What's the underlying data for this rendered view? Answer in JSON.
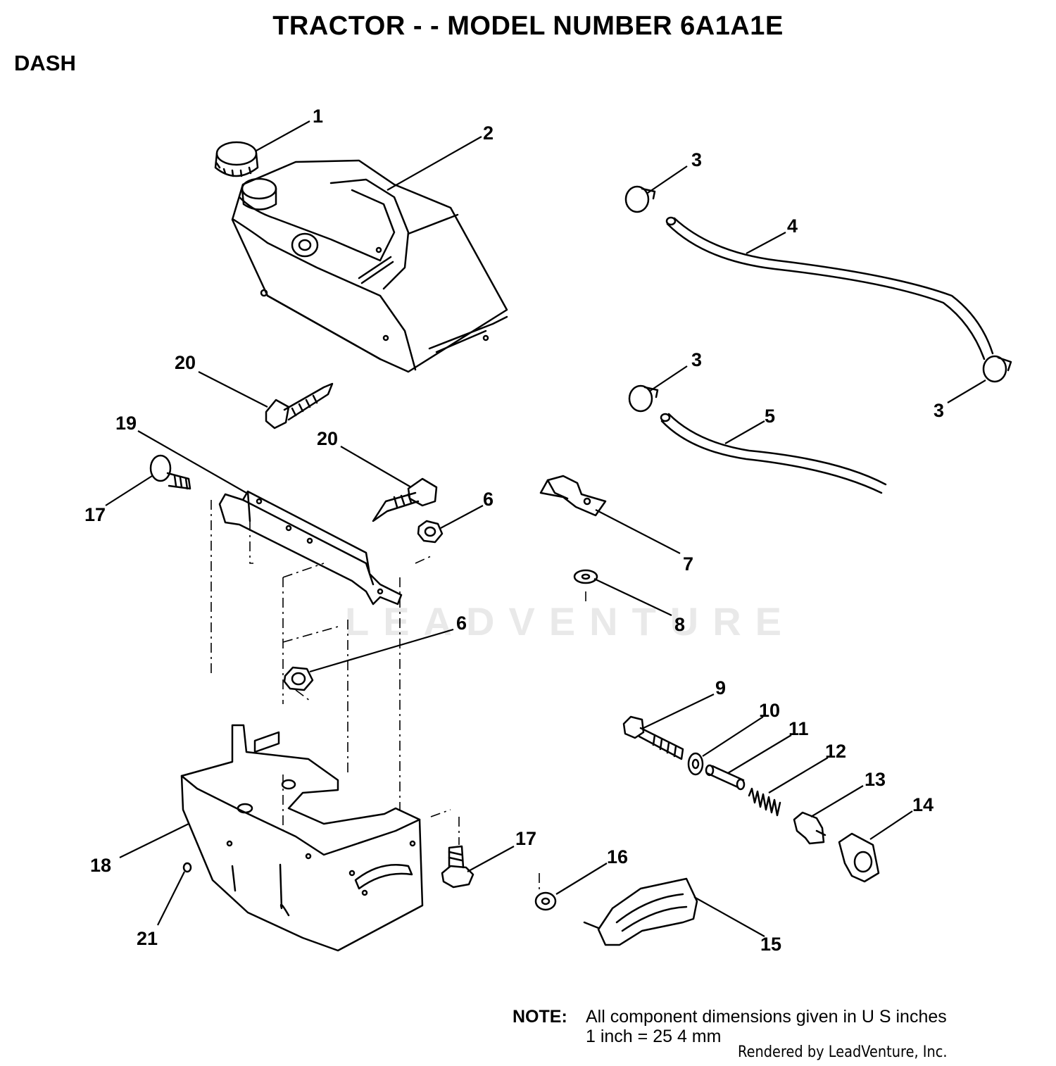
{
  "title": "TRACTOR - - MODEL NUMBER 6A1A1E",
  "section": "DASH",
  "callouts": [
    "1",
    "2",
    "3",
    "4",
    "3",
    "3",
    "5",
    "20",
    "19",
    "20",
    "6",
    "17",
    "7",
    "8",
    "6",
    "9",
    "10",
    "11",
    "12",
    "13",
    "14",
    "17",
    "16",
    "18",
    "15",
    "21"
  ],
  "note": {
    "label": "NOTE:",
    "line1": "All component dimensions given in U S  inches",
    "line2": "1 inch = 25 4 mm"
  },
  "credit": "Rendered by LeadVenture, Inc.",
  "watermark": "LEADVENTURE"
}
